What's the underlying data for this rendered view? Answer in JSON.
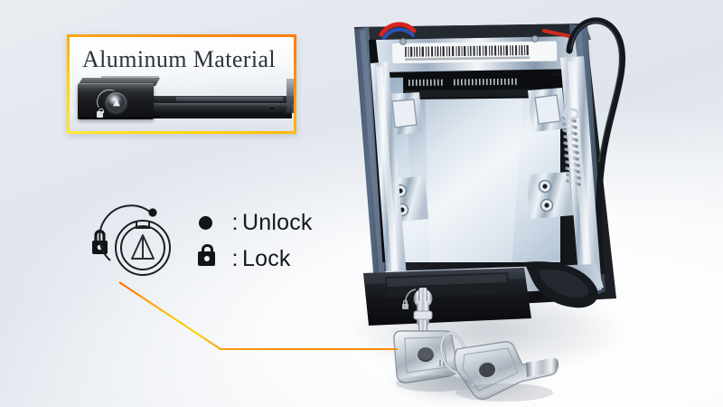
{
  "scene": {
    "kind": "product-photo",
    "subject": "2.5 inch hard drive mobile rack caddy with key lock",
    "background_color": "#e6eaf0",
    "surface_color": "#fbfcfd"
  },
  "inset_panel": {
    "title": "Aluminum Material",
    "border_gradient_from": "#ff7a00",
    "border_gradient_to": "#ffe838",
    "background_color": "#f2f5f8",
    "subject": "side view of black aluminum front bezel with silver key lock cylinder"
  },
  "legend": {
    "diagram_name": "lock-cylinder-indicator",
    "items": [
      {
        "glyph": "dot-icon",
        "separator": ":",
        "label": "Unlock"
      },
      {
        "glyph": "padlock-icon",
        "separator": ":",
        "label": "Lock"
      }
    ],
    "leader_line": {
      "color_from": "#ff6a00",
      "color_mid": "#ffd000",
      "color_to": "#ff8c00",
      "points": "from lock diagram down-right to key head"
    }
  },
  "product": {
    "name": "hdd-mobile-rack",
    "body_color": "#141619",
    "rail_color": "#cfd8e2",
    "parts": [
      {
        "name": "barcode-label",
        "color": "#f4f6f8"
      },
      {
        "name": "sata-connector",
        "color": "#0d0f12"
      },
      {
        "name": "coil-spring",
        "color": "#c6ced6"
      },
      {
        "name": "black-cable",
        "color": "#121417"
      },
      {
        "name": "red-wire",
        "color": "#d8241f"
      },
      {
        "name": "blue-wire",
        "color": "#2a52b5"
      },
      {
        "name": "front-bezel",
        "color": "#15171a"
      },
      {
        "name": "lock-cylinder",
        "color": "#b9c0c8"
      }
    ],
    "keys": {
      "count": 2,
      "color": "#c8ced6",
      "ring_color": "#aeb6bf"
    }
  }
}
